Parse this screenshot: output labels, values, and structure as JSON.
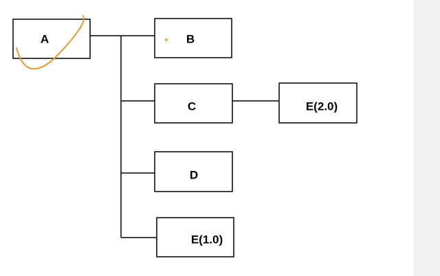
{
  "diagram": {
    "nodes": [
      {
        "id": "A",
        "label": "A"
      },
      {
        "id": "B",
        "label": "B"
      },
      {
        "id": "C",
        "label": "C"
      },
      {
        "id": "D",
        "label": "D"
      },
      {
        "id": "E1",
        "label": "E(1.0)"
      },
      {
        "id": "E2",
        "label": "E(2.0)"
      }
    ],
    "edges": [
      {
        "from": "A",
        "to": "B"
      },
      {
        "from": "A",
        "to": "C"
      },
      {
        "from": "A",
        "to": "D"
      },
      {
        "from": "A",
        "to": "E1"
      },
      {
        "from": "C",
        "to": "E2"
      }
    ],
    "annotation": {
      "color": "#e8962e",
      "marks": [
        "freehand-curve",
        "plus-mark"
      ]
    }
  }
}
